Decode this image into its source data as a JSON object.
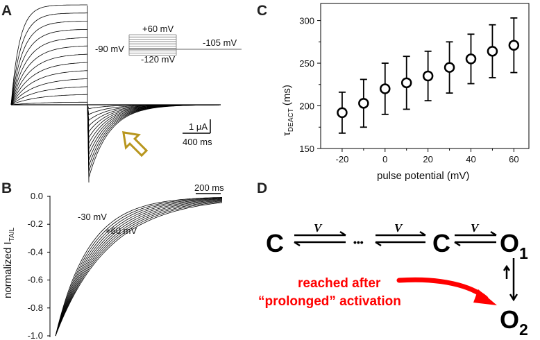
{
  "panels": {
    "a": "A",
    "b": "B",
    "c": "C",
    "d": "D"
  },
  "panel_a": {
    "protocol": {
      "top": "+60 mV",
      "hold": "-90 mV",
      "bottom": "-120 mV",
      "tail": "-105 mV"
    },
    "scalebar": {
      "current": "1 μA",
      "time": "400 ms"
    },
    "arrow_color": "#b8961e"
  },
  "panel_b": {
    "ylabel": "normalized I",
    "ylabel_sub": "TAIL",
    "yticks": [
      "0.0",
      "-0.2",
      "-0.4",
      "-0.6",
      "-0.8",
      "-1.0"
    ],
    "scalebar": "200 ms",
    "label_low": "-30 mV",
    "label_high": "+60 mV"
  },
  "panel_d": {
    "states": {
      "c1": "C",
      "dots": "•••",
      "c2": "C",
      "o1": "O",
      "o1_sub": "1",
      "o2": "O",
      "o2_sub": "2"
    },
    "rates": [
      "V",
      "V",
      "V"
    ],
    "annotation": {
      "line1": "reached after",
      "line2": "“prolonged” activation",
      "color": "#ff0000"
    }
  },
  "chart_data": {
    "type": "scatter",
    "title": "",
    "xlabel": "pulse potential (mV)",
    "ylabel": "τ",
    "ylabel_sub": "DEACT",
    "ylabel_unit": "(ms)",
    "xlim": [
      -30,
      67
    ],
    "ylim": [
      150,
      320
    ],
    "xticks": [
      -20,
      0,
      20,
      40,
      60
    ],
    "yticks": [
      150,
      200,
      250,
      300
    ],
    "grid": false,
    "legend": "none",
    "x": [
      -20,
      -10,
      0,
      10,
      20,
      30,
      40,
      50,
      60
    ],
    "y": [
      192,
      203,
      220,
      227,
      235,
      245,
      255,
      264,
      271
    ],
    "err": [
      24,
      28,
      30,
      31,
      29,
      30,
      29,
      31,
      32
    ]
  }
}
